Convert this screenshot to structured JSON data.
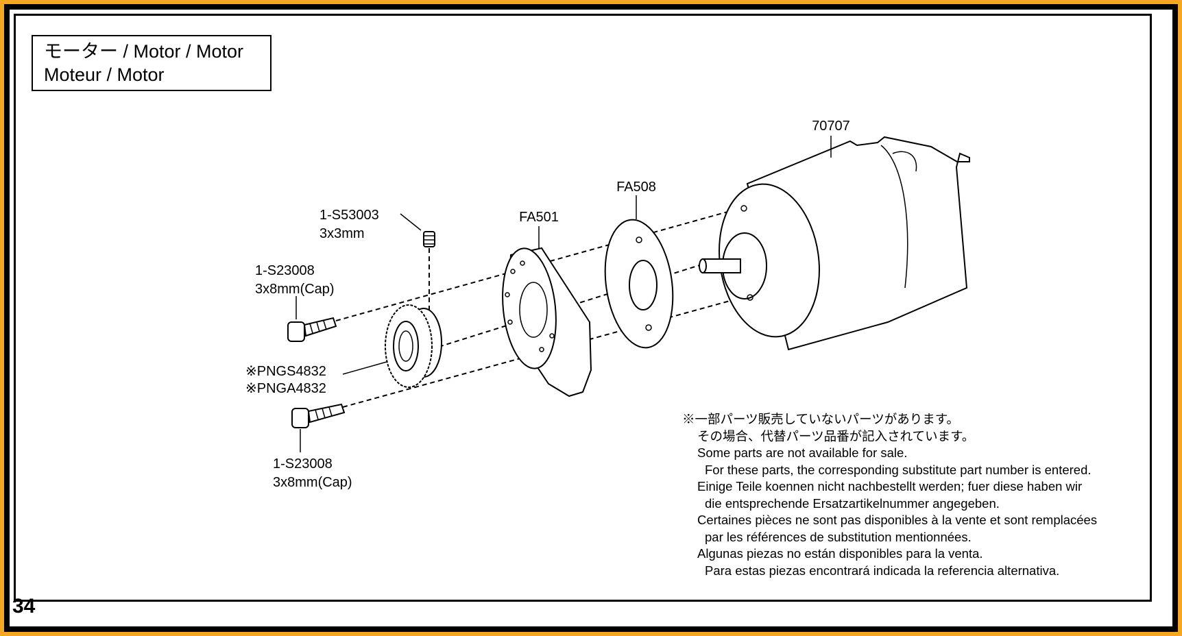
{
  "page_number": "34",
  "title": {
    "line1": "モーター / Motor / Motor",
    "line2": "Moteur / Motor"
  },
  "parts": {
    "motor": {
      "code": "70707"
    },
    "spacer": {
      "code": "FA508"
    },
    "motor_plate": {
      "code": "FA501"
    },
    "set_screw": {
      "code": "1-S53003",
      "size": "3x3mm"
    },
    "cap_screw_upper": {
      "code": "1-S23008",
      "size": "3x8mm(Cap)"
    },
    "cap_screw_lower": {
      "code": "1-S23008",
      "size": "3x8mm(Cap)"
    },
    "pinion_gear": {
      "code1": "※PNGS4832",
      "code2": "※PNGA4832"
    }
  },
  "notes": [
    "※一部パーツ販売していないパーツがあります。",
    "その場合、代替パーツ品番が記入されています。",
    "Some parts are not available for sale.",
    "For these parts, the corresponding substitute part number is entered.",
    "Einige Teile koennen nicht nachbestellt werden; fuer diese haben wir",
    "die entsprechende Ersatzartikelnummer angegeben.",
    "Certaines pièces ne sont pas disponibles à la vente et sont remplacées",
    "par les références de substitution mentionnées.",
    "Algunas piezas no están disponibles para la venta.",
    "Para estas piezas encontrará indicada la referencia alternativa."
  ],
  "colors": {
    "outer_border": "#f5a623",
    "frame": "#000000",
    "page": "#ffffff"
  }
}
